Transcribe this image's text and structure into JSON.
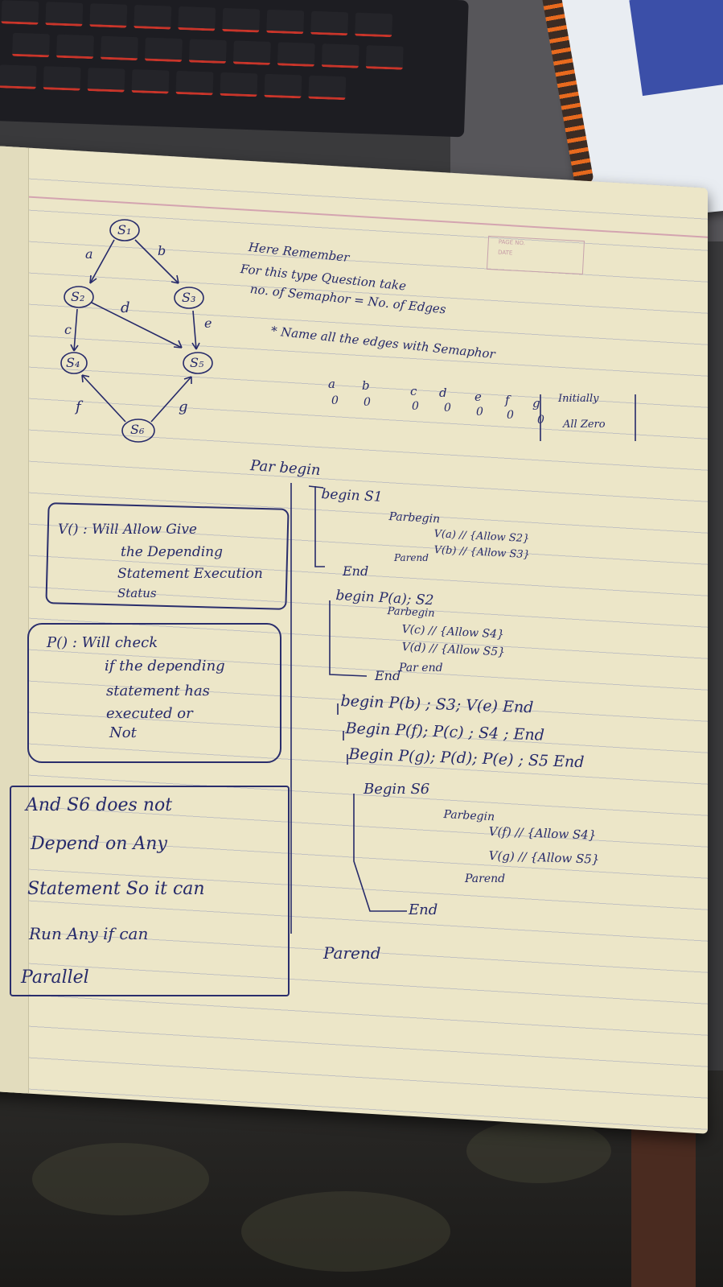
{
  "diagram": {
    "nodes": {
      "s1": "S₁",
      "s2": "S₂",
      "s3": "S₃",
      "s4": "S₄",
      "s5": "S₅",
      "s6": "S₆"
    },
    "edges": {
      "a": "a",
      "b": "b",
      "c": "c",
      "d": "d",
      "e": "e",
      "f": "f",
      "g": "g"
    }
  },
  "page_box": {
    "page_no": "PAGE NO.",
    "date": "DATE"
  },
  "remember": {
    "l1": "Here Remember",
    "l2": "For this type Question take",
    "l3": "no. of Semaphor = No. of Edges",
    "l4": "* Name all the edges with Semaphor"
  },
  "semaphores": {
    "labels": [
      "a",
      "b",
      "c",
      "d",
      "e",
      "f",
      "g"
    ],
    "values": [
      "0",
      "0",
      "0",
      "0",
      "0",
      "0",
      "0"
    ],
    "note_l1": "Initially",
    "note_l2": "All Zero"
  },
  "v_box": {
    "l1": "V() : Will Allow Give",
    "l2": "the Depending",
    "l3": "Statement Execution",
    "l4": "Status"
  },
  "p_box": {
    "l1": "P() : Will check",
    "l2": "if the depending",
    "l3": "statement has",
    "l4": "executed or",
    "l5": "Not"
  },
  "s6_box": {
    "l1": "And S6 does not",
    "l2": "Depend on Any",
    "l3": "Statement So it can",
    "l4": "Run Any if can",
    "l5": "Parallel"
  },
  "code": {
    "parbegin": "Par begin",
    "b1_begin": "begin S1",
    "b1_parbegin": "Parbegin",
    "b1_va": "V(a) // {Allow S2}",
    "b1_vb": "V(b) // {Allow S3}",
    "b1_parend": "Parend",
    "b1_end": "End",
    "b2_begin": "begin P(a); S2",
    "b2_parbegin": "Parbegin",
    "b2_vc": "V(c) // {Allow S4}",
    "b2_vd": "V(d) // {Allow S5}",
    "b2_parend": "Par end",
    "b2_end": "End",
    "b3": "begin P(b) ; S3; V(e) End",
    "b4": "Begin P(f); P(c) ; S4 ; End",
    "b5": "Begin P(g); P(d); P(e) ; S5 End",
    "b6_begin": "Begin S6",
    "b6_parbegin": "Parbegin",
    "b6_vf": "V(f) // {Allow S4}",
    "b6_vg": "V(g) // {Allow S5}",
    "b6_parend": "Parend",
    "b6_end": "End",
    "parend": "Parend"
  },
  "ink_color": "#262a6a",
  "paper_color": "#ece6c8"
}
